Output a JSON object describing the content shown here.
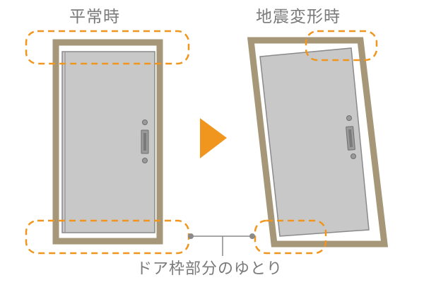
{
  "labels": {
    "normal": "平常時",
    "earthquake": "地震変形時",
    "caption": "ドア枠部分のゆとり"
  },
  "colors": {
    "frame": "#a69779",
    "door_fill": "#c8c8c8",
    "door_outline": "#8a8a8a",
    "highlight": "#f0961e",
    "arrow": "#f0961e",
    "text": "#7a7a7a"
  },
  "icons": {
    "arrow": "triangle-right-icon",
    "handle": "door-handle-icon"
  }
}
